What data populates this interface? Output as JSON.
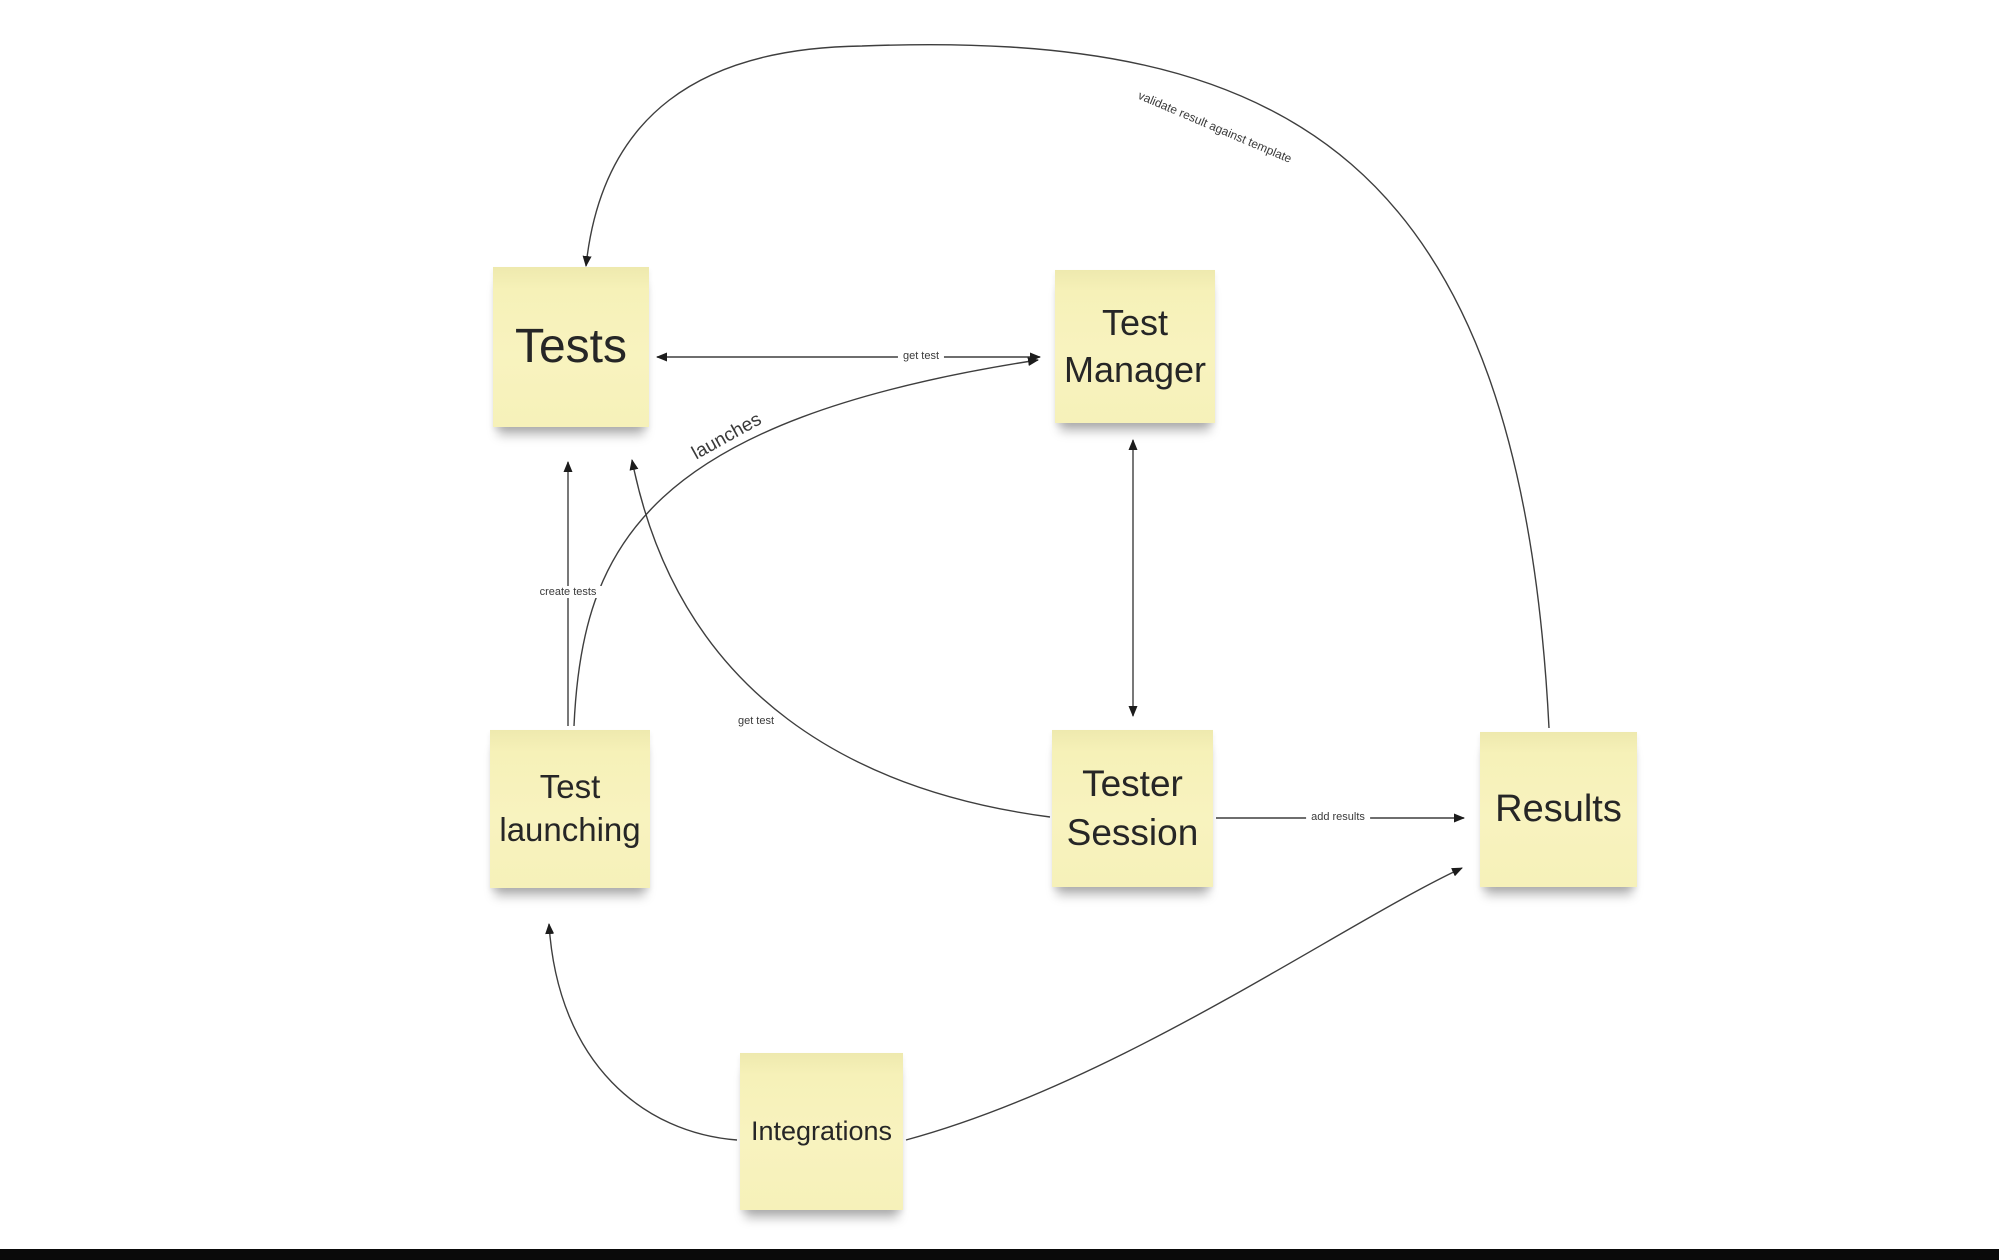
{
  "board": {
    "background": "#ffffff",
    "sticky_color": "#f8f3bf",
    "sticky_text_color": "#262626",
    "line_color": "#3e3e3e",
    "label_text_color": "#3a3a3a",
    "bottom_bar_color": "#0a0a0a"
  },
  "notes": [
    {
      "id": "tests",
      "label": "Tests"
    },
    {
      "id": "test-manager",
      "label": "Test Manager"
    },
    {
      "id": "test-launching",
      "label": "Test launching"
    },
    {
      "id": "tester-session",
      "label": "Tester Session"
    },
    {
      "id": "results",
      "label": "Results"
    },
    {
      "id": "integrations",
      "label": "Integrations"
    }
  ],
  "edges": [
    {
      "id": "get-test-manager",
      "label": "get test",
      "from": "Test Manager",
      "to": "Tests",
      "bidirectional": true
    },
    {
      "id": "launches",
      "label": "launches",
      "from": "Test launching",
      "to": "Test Manager",
      "bidirectional": false
    },
    {
      "id": "create-tests",
      "label": "create tests",
      "from": "Test launching",
      "to": "Tests",
      "bidirectional": false
    },
    {
      "id": "get-test-session",
      "label": "get test",
      "from": "Tester Session",
      "to": "Tests",
      "bidirectional": false
    },
    {
      "id": "manager-session-link",
      "label": "",
      "from": "Test Manager",
      "to": "Tester Session",
      "bidirectional": true
    },
    {
      "id": "add-results",
      "label": "add results",
      "from": "Tester Session",
      "to": "Results",
      "bidirectional": false
    },
    {
      "id": "validate",
      "label": "validate result against template",
      "from": "Results",
      "to": "Tests",
      "bidirectional": false
    },
    {
      "id": "integrations-launching",
      "label": "",
      "from": "Integrations",
      "to": "Test launching",
      "bidirectional": false
    },
    {
      "id": "integrations-results",
      "label": "",
      "from": "Integrations",
      "to": "Results",
      "bidirectional": false
    }
  ]
}
